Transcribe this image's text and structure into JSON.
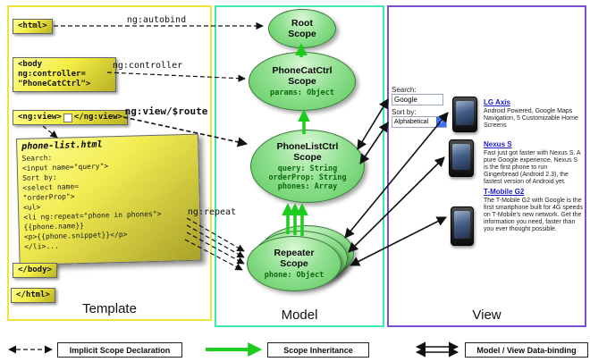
{
  "template": {
    "label": "Template",
    "html_open": "<html>",
    "body_open": "<body\nng:controller=\n\"PhoneCatCtrl\">",
    "ng_view_open": "<ng:view>",
    "ng_view_close": "</ng:view>",
    "phone_list": {
      "title": "phone-list.html",
      "code": "Search:\n<input name=\"query\">\nSort by:\n<select name=\n\"orderProp\">\n<ul>\n<li ng:repeat=\"phone in phones\">\n{{phone.name}}\n<p>{{phone.snippet}}</p>\n</li>..."
    },
    "body_close": "</body>",
    "html_close": "</html>"
  },
  "model": {
    "label": "Model",
    "scopes": {
      "root": {
        "title": "Root\nScope",
        "props": ""
      },
      "phonecat": {
        "title": "PhoneCatCtrl\nScope",
        "props": "params: Object"
      },
      "phonelist": {
        "title": "PhoneListCtrl\nScope",
        "props": "query: String\norderProp: String\nphones: Array"
      },
      "repeater": {
        "title": "Repeater\nScope",
        "props": "phone: Object"
      }
    }
  },
  "arrows": {
    "ng_autobind": "ng:autobind",
    "ng_controller": "ng:controller",
    "ng_view_route": "ng:view/$route",
    "ng_repeat": "ng:repeat"
  },
  "view": {
    "label": "View",
    "search_label": "Search:",
    "search_value": "Google",
    "sort_label": "Sort by:",
    "sort_value": "Alphabetical",
    "phones": [
      {
        "name": "LG Axis",
        "desc": "Android Powered, Google Maps Navigation, 5 Customizable Home Screens"
      },
      {
        "name": "Nexus S",
        "desc": "Fast just got faster with Nexus S. A pure Google experience, Nexus S is the first phone to run Gingerbread (Android 2.3), the fastest version of Android yet."
      },
      {
        "name": "T-Mobile G2",
        "desc": "The T-Mobile G2 with Google is the first smartphone built for 4G speeds on T-Mobile's new network. Get the information you need, faster than you ever thought possible."
      }
    ]
  },
  "legend": {
    "implicit": "Implicit Scope Declaration",
    "inheritance": "Scope Inheritance",
    "binding": "Model / View Data-binding"
  },
  "icons": {
    "dropdown": "▼"
  },
  "colors": {
    "template_border": "#f0e43a",
    "model_border": "#3fe9b2",
    "view_border": "#7a4fd0",
    "scope_green": "#7ddb7d",
    "inheritance_green": "#1dcd1d",
    "link_blue": "#1a1acc"
  }
}
